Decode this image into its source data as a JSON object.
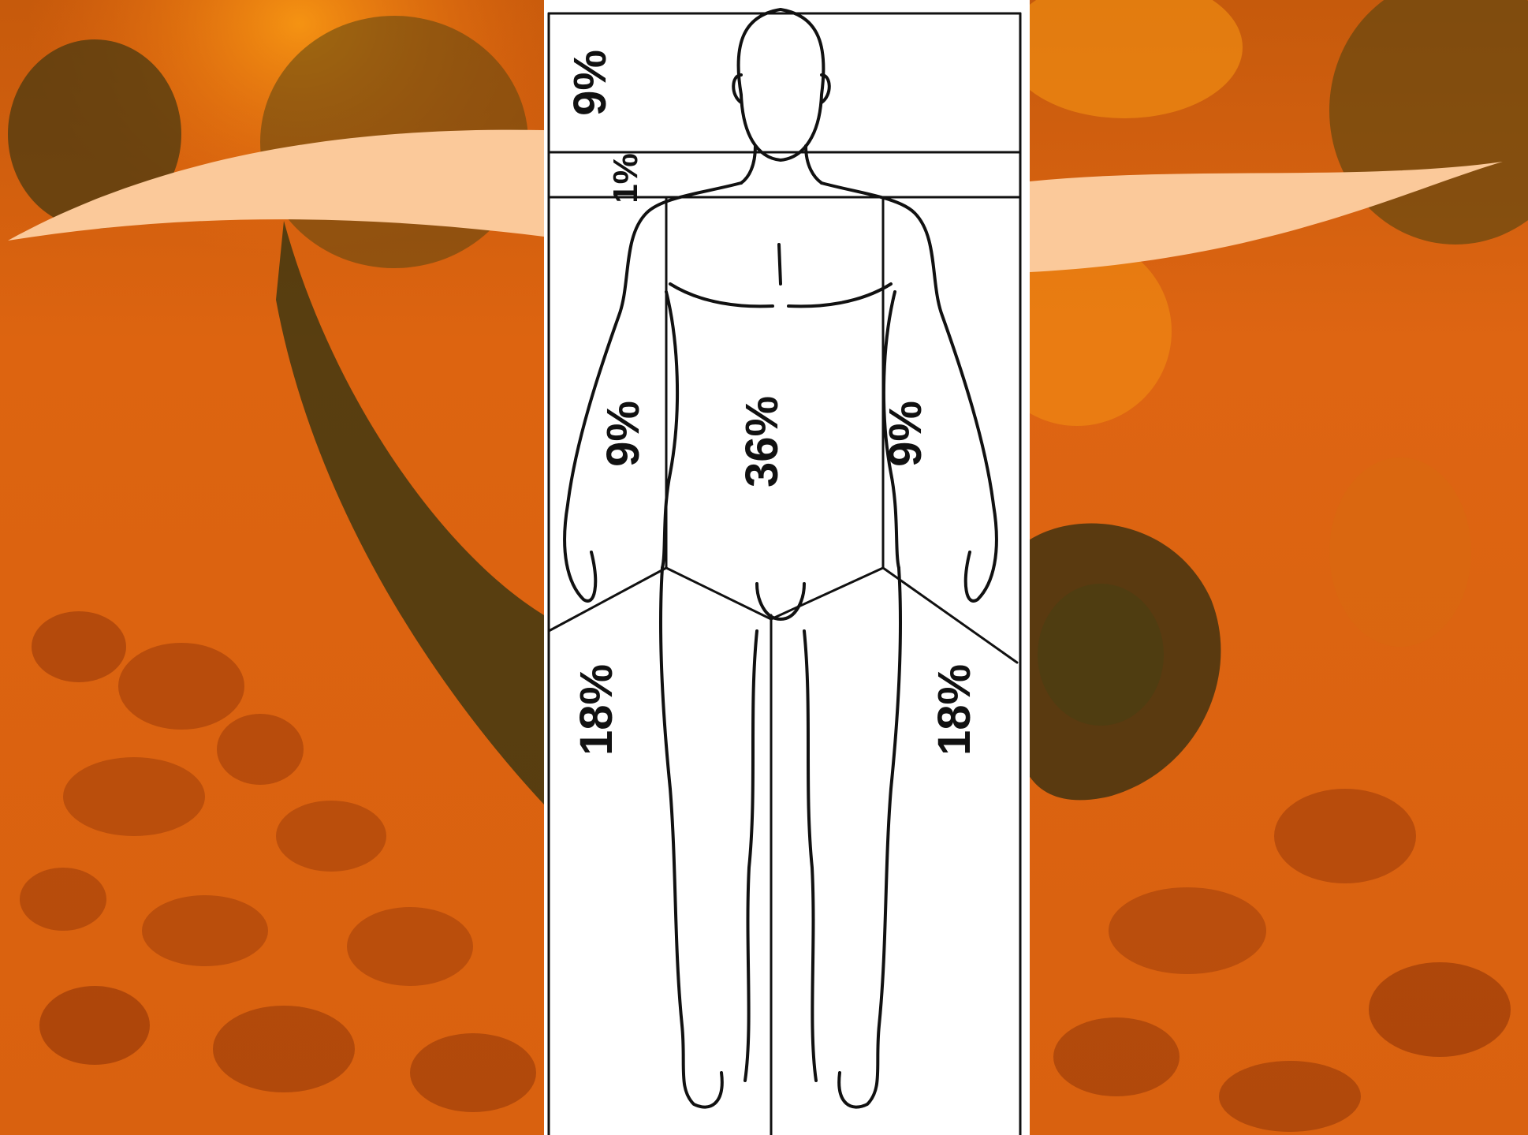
{
  "diagram": {
    "labels": {
      "head": "9%",
      "neck": "1%",
      "left_arm": "9%",
      "trunk": "36%",
      "right_arm": "9%",
      "left_leg": "18%",
      "right_leg": "18%"
    }
  },
  "background": {
    "colors": {
      "flame": "#e8660f",
      "dark": "#3a3010",
      "swoosh": "#fbc99a"
    }
  }
}
